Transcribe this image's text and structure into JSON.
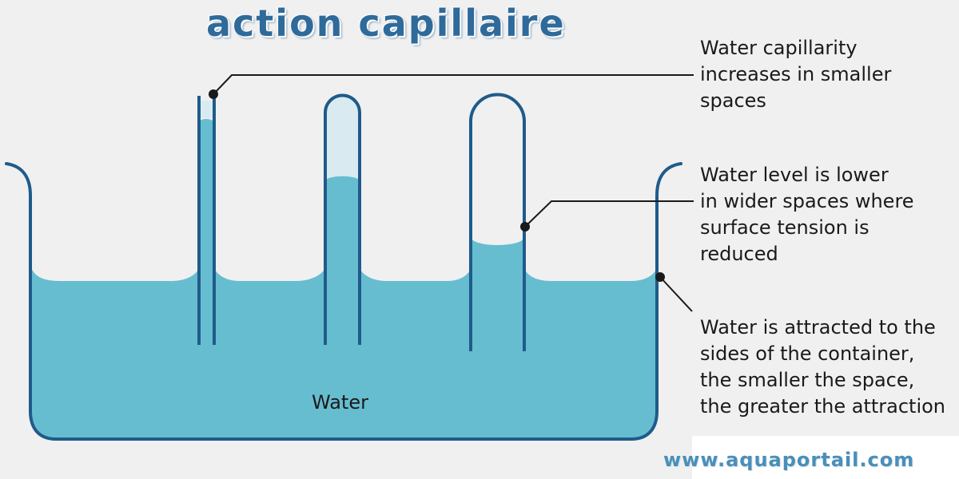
{
  "title": "action capillaire",
  "annotations": {
    "capillarity": "Water capillarity\nincreases in smaller\nspaces",
    "water_level": "Water level is lower\nin wider spaces where\nsurface tension is\nreduced",
    "attraction": "Water is attracted to the\nsides of the container,\nthe smaller the space,\nthe greater the attraction"
  },
  "water_label": "Water",
  "watermark": "www.aquaportail.com",
  "colors": {
    "water": "#67bdd0",
    "container_outline": "#1f5b8a",
    "air_in_tube": "#d9ebf1",
    "background": "#f0f0f0",
    "title": "#2e6a9a"
  }
}
